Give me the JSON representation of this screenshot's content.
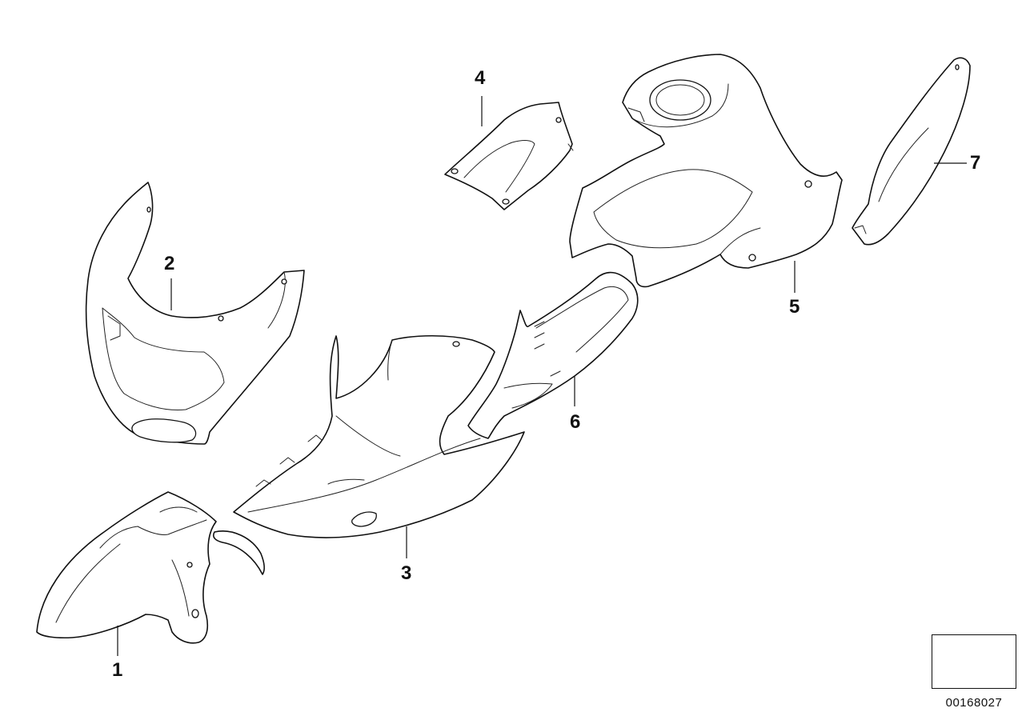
{
  "diagram": {
    "callouts": [
      {
        "id": "1",
        "label": "1"
      },
      {
        "id": "2",
        "label": "2"
      },
      {
        "id": "3",
        "label": "3"
      },
      {
        "id": "4",
        "label": "4"
      },
      {
        "id": "5",
        "label": "5"
      },
      {
        "id": "6",
        "label": "6"
      },
      {
        "id": "7",
        "label": "7"
      }
    ],
    "reference_number": "00168027",
    "line_color": "#111111",
    "background_color": "#ffffff"
  }
}
